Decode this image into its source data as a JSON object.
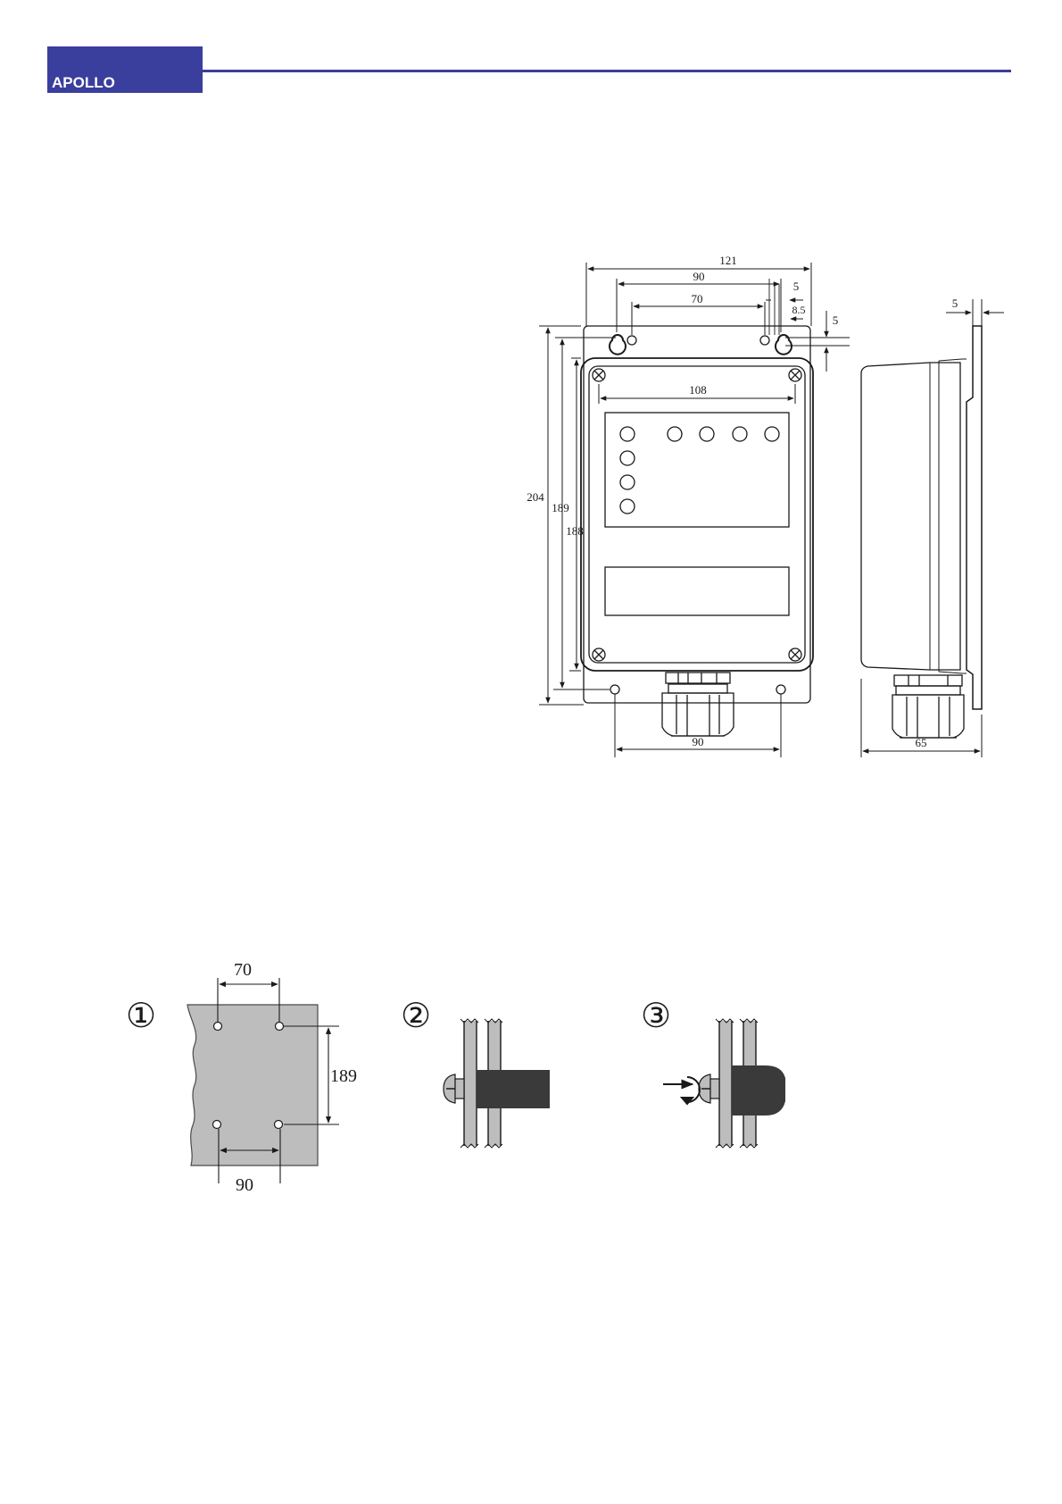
{
  "header": {
    "brand": "APOLLO",
    "brand_color": "#3a3e9c",
    "rule_color": "#3a3e9c"
  },
  "front_view": {
    "dims": {
      "overall_width": "121",
      "top_hole_spacing": "90",
      "inner_hole_spacing": "70",
      "top_offset_a": "5",
      "top_offset_b": "8.5",
      "top_vertical_offset": "5",
      "lid_width": "108",
      "overall_height": "204",
      "hole_vertical_spacing": "189",
      "lid_height": "188",
      "bottom_hole_spacing": "90"
    },
    "indicator_count": 8
  },
  "side_view": {
    "dims": {
      "flange_thickness": "5",
      "depth": "65"
    }
  },
  "mounting_steps": [
    {
      "marker": "①",
      "dims": {
        "top": "70",
        "right": "189",
        "bottom": "90"
      }
    },
    {
      "marker": "②"
    },
    {
      "marker": "③"
    }
  ],
  "colors": {
    "line": "#1a1a1a",
    "panel_gray": "#bdbdbd",
    "bolt_dark": "#3a3a3a"
  }
}
